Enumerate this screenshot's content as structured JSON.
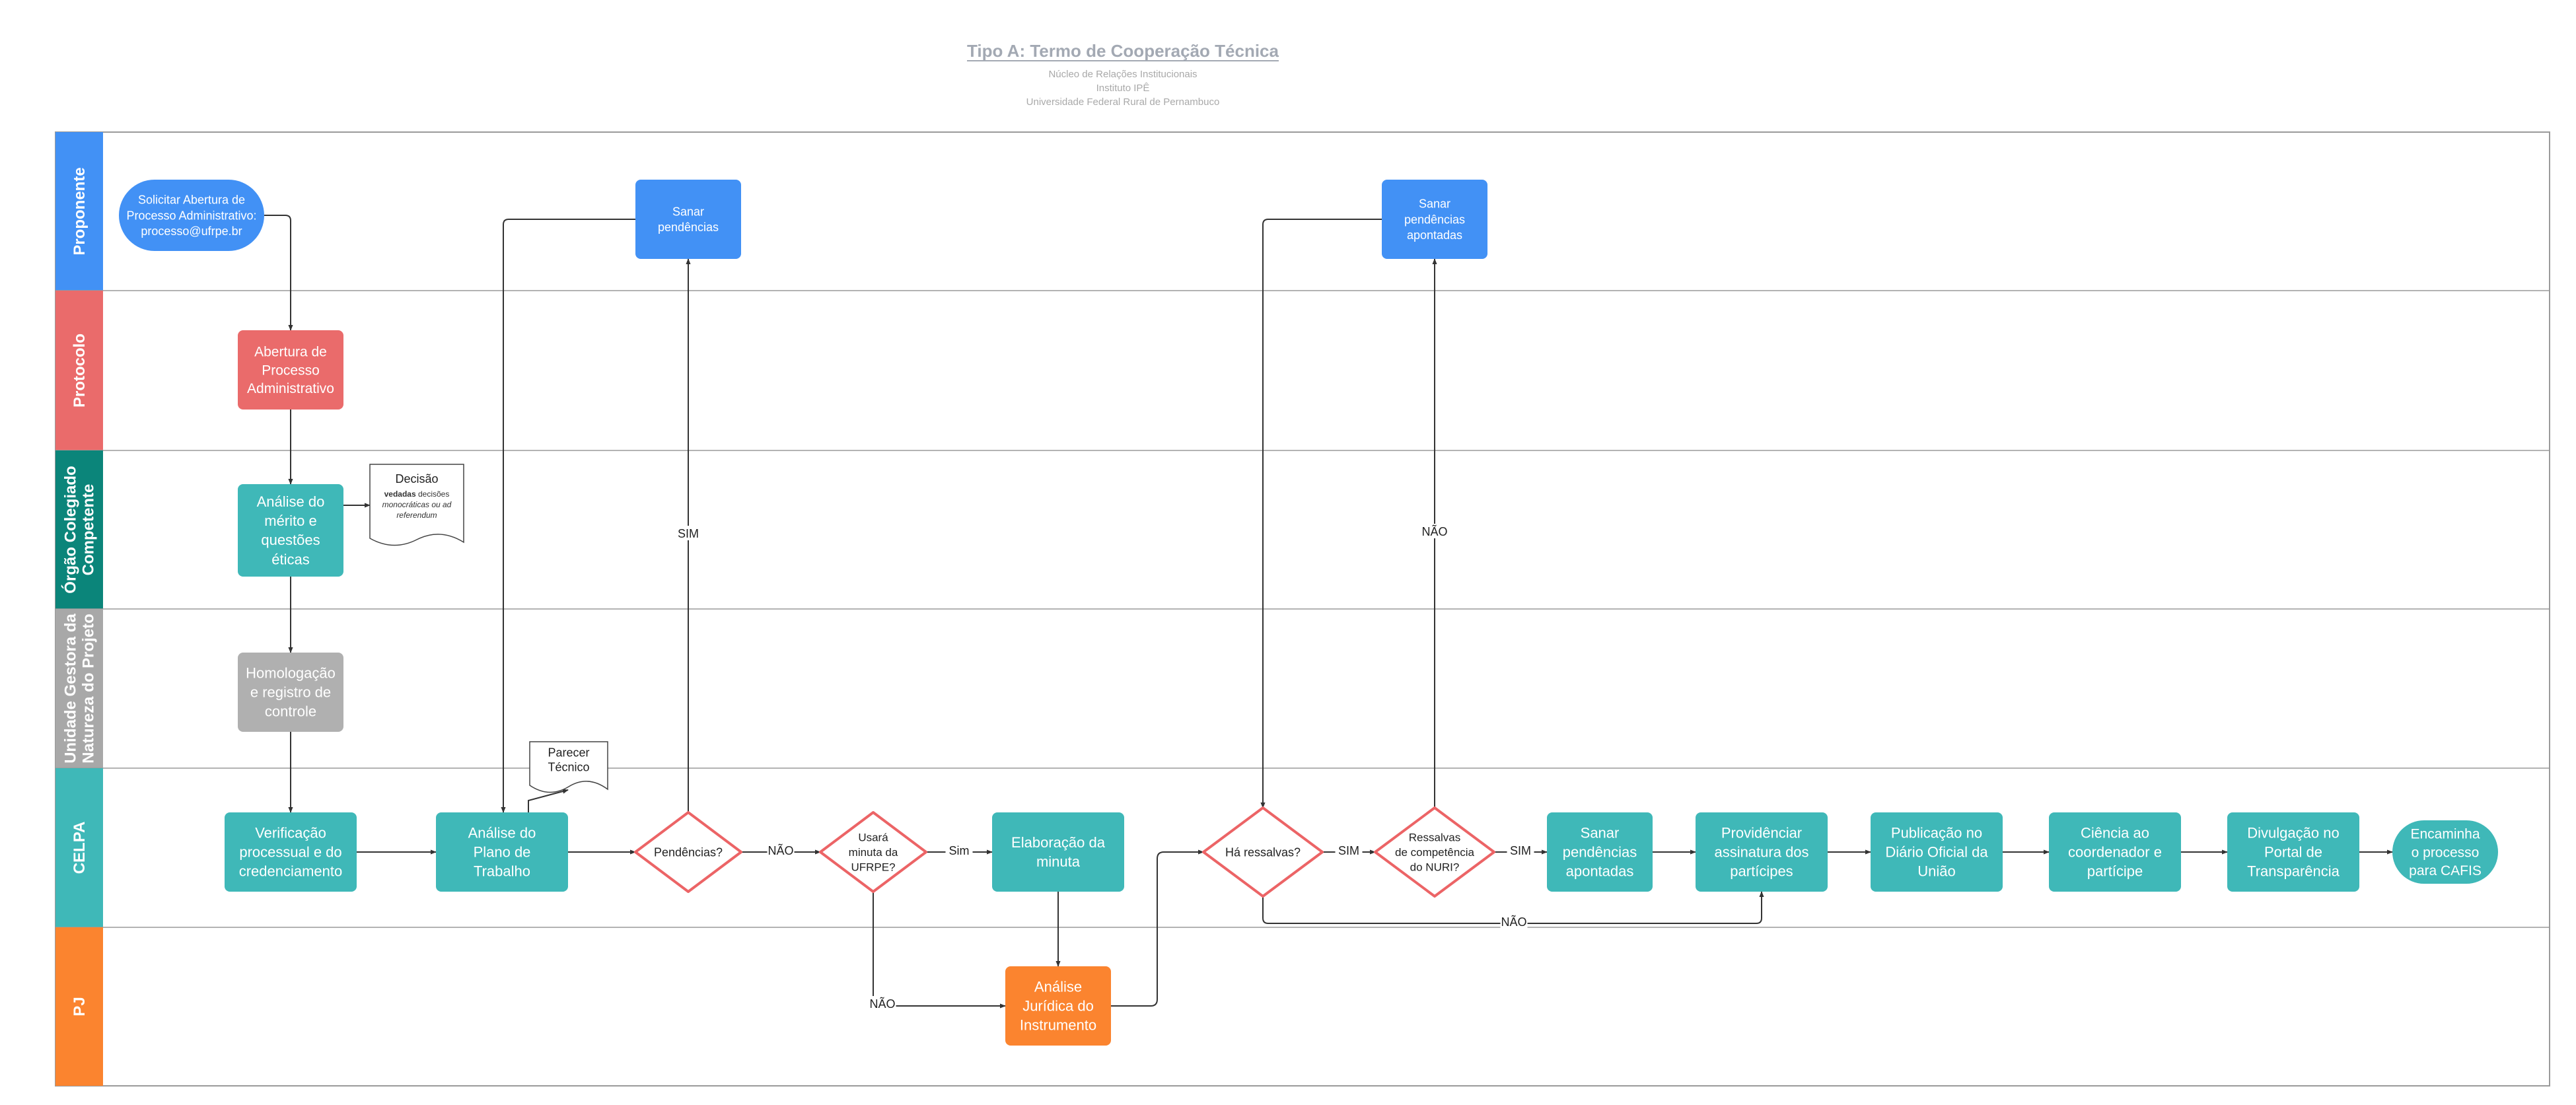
{
  "header": {
    "title": "Tipo A: Termo de Cooperação Técnica",
    "subtitle_1": "Núcleo de Relações Institucionais",
    "subtitle_2": "Instituto IPÊ",
    "subtitle_3": "Universidade Federal Rural de Pernambuco"
  },
  "colors": {
    "proponente": "#4291f5",
    "protocolo": "#ea6b6b",
    "orgao": "#0b857a",
    "unidade": "#a8a8a8",
    "celpa": "#3fb8b8",
    "pj": "#fb842f",
    "decision_stroke": "#ec6466",
    "gray_node": "#b0b0b0"
  },
  "lanes": [
    {
      "id": "proponente",
      "lines": [
        "Proponente"
      ]
    },
    {
      "id": "protocolo",
      "lines": [
        "Protocolo"
      ]
    },
    {
      "id": "orgao",
      "lines": [
        "Órgão Colegiado",
        "Competente"
      ]
    },
    {
      "id": "unidade",
      "lines": [
        "Unidade Gestora da",
        "Natureza do Projeto"
      ]
    },
    {
      "id": "celpa",
      "lines": [
        "CELPA"
      ]
    },
    {
      "id": "pj",
      "lines": [
        "PJ"
      ]
    }
  ],
  "nodes": [
    {
      "id": "solicitar",
      "kind": "pill",
      "color": "proponente",
      "lines": [
        "Solicitar Abertura de",
        "Processo Administrativo:",
        "processo@ufrpe.br"
      ]
    },
    {
      "id": "sanar1",
      "kind": "box",
      "color": "proponente",
      "lines": [
        "Sanar",
        "pendências"
      ]
    },
    {
      "id": "sanar2",
      "kind": "box",
      "color": "proponente",
      "lines": [
        "Sanar",
        "pendências",
        "apontadas"
      ]
    },
    {
      "id": "abertura",
      "kind": "box",
      "color": "protocolo",
      "lines": [
        "Abertura de",
        "Processo",
        "Administrativo"
      ]
    },
    {
      "id": "analise_merito",
      "kind": "box",
      "color": "celpa",
      "lines": [
        "Análise do",
        "mérito e",
        "questões",
        "éticas"
      ]
    },
    {
      "id": "homologacao",
      "kind": "box",
      "color": "gray_node",
      "lines": [
        "Homologação",
        "e registro de",
        "controle"
      ]
    },
    {
      "id": "verificacao",
      "kind": "box",
      "color": "celpa",
      "lines": [
        "Verificação",
        "processual e do",
        "credenciamento"
      ]
    },
    {
      "id": "analise_plano",
      "kind": "box",
      "color": "celpa",
      "lines": [
        "Análise do",
        "Plano de",
        "Trabalho"
      ]
    },
    {
      "id": "pendencias",
      "kind": "diamond",
      "lines": [
        "Pendências?"
      ]
    },
    {
      "id": "usara",
      "kind": "diamond",
      "lines": [
        "Usará",
        "minuta da",
        "UFRPE?"
      ]
    },
    {
      "id": "elaboracao",
      "kind": "box",
      "color": "celpa",
      "lines": [
        "Elaboração da",
        "minuta"
      ]
    },
    {
      "id": "analise_juridica",
      "kind": "box",
      "color": "pj",
      "lines": [
        "Análise",
        "Jurídica do",
        "Instrumento"
      ]
    },
    {
      "id": "ressalvas",
      "kind": "diamond",
      "lines": [
        "Há ressalvas?"
      ]
    },
    {
      "id": "competencia",
      "kind": "diamond",
      "lines": [
        "Ressalvas",
        "de competência",
        "do NURI?"
      ]
    },
    {
      "id": "sanar3",
      "kind": "box",
      "color": "celpa",
      "lines": [
        "Sanar",
        "pendências",
        "apontadas"
      ]
    },
    {
      "id": "providenciar",
      "kind": "box",
      "color": "celpa",
      "lines": [
        "Providênciar",
        "assinatura dos",
        "partícipes"
      ]
    },
    {
      "id": "publicacao",
      "kind": "box",
      "color": "celpa",
      "lines": [
        "Publicação no",
        "Diário Oficial da",
        "União"
      ]
    },
    {
      "id": "ciencia",
      "kind": "box",
      "color": "celpa",
      "lines": [
        "Ciência ao",
        "coordenador e",
        "partícipe"
      ]
    },
    {
      "id": "divulgacao",
      "kind": "box",
      "color": "celpa",
      "lines": [
        "Divulgação no",
        "Portal de",
        "Transparência"
      ]
    },
    {
      "id": "encaminha",
      "kind": "pill",
      "color": "celpa",
      "lines": [
        "Encaminha",
        "o processo",
        "para CAFIS"
      ]
    }
  ],
  "documents": [
    {
      "id": "decisao",
      "title": "Decisão",
      "note_bold": "vedadas",
      "note_lines": [
        " decisões",
        "monocráticas ou ad",
        "referendum"
      ]
    },
    {
      "id": "parecer",
      "title_lines": [
        "Parecer",
        "Técnico"
      ]
    }
  ],
  "edge_labels": {
    "sim_pendencias": "SIM",
    "nao_pendencias": "NÃO",
    "sim_usara": "Sim",
    "nao_usara": "NÃO",
    "nao_competencia": "NÃO",
    "sim_ressalvas": "SIM",
    "sim_competencia": "SIM",
    "nao_ressalvas": "NÃO"
  }
}
